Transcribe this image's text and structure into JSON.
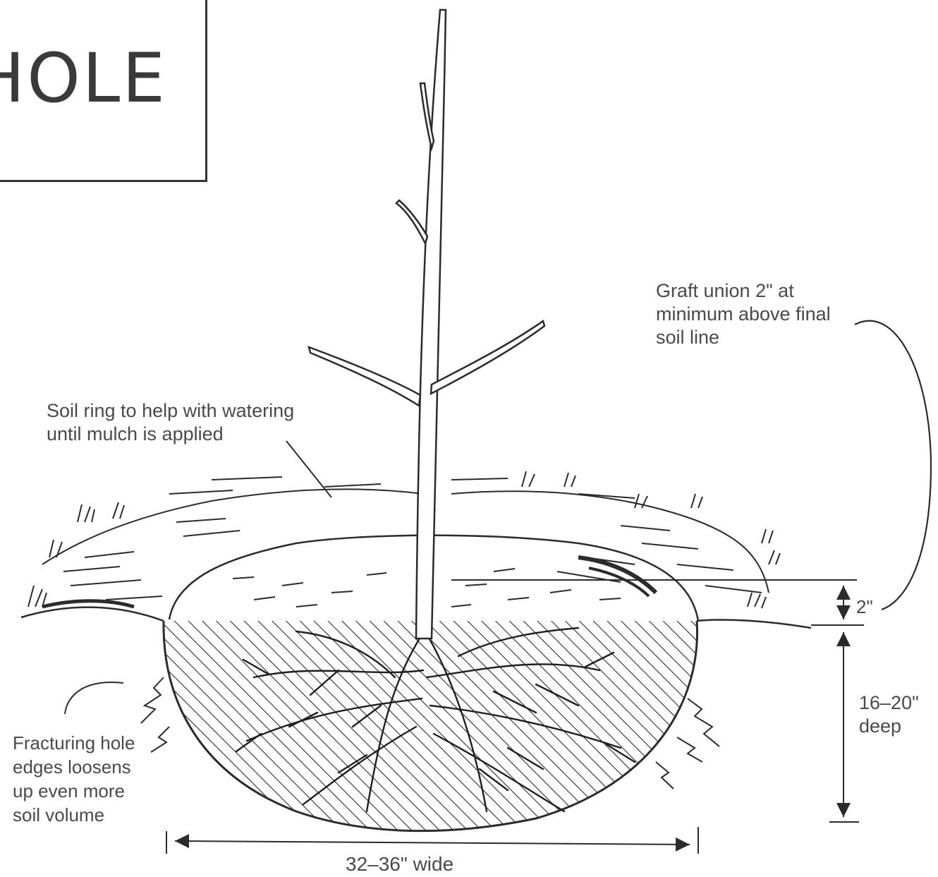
{
  "title": "HOLE",
  "labels": {
    "graft": [
      "Graft union 2\" at",
      "minimum above final",
      "soil line"
    ],
    "soil_ring": [
      "Soil ring to help with watering",
      "until mulch is applied"
    ],
    "fracturing": [
      "Fracturing hole",
      "edges loosens",
      "up even more",
      "soil volume"
    ],
    "height_2": "2\"",
    "depth": [
      "16–20\"",
      "deep"
    ],
    "width": "32–36\" wide"
  },
  "colors": {
    "ink": "#2b2b2b",
    "text": "#4a4a4a",
    "frame": "#333333"
  }
}
